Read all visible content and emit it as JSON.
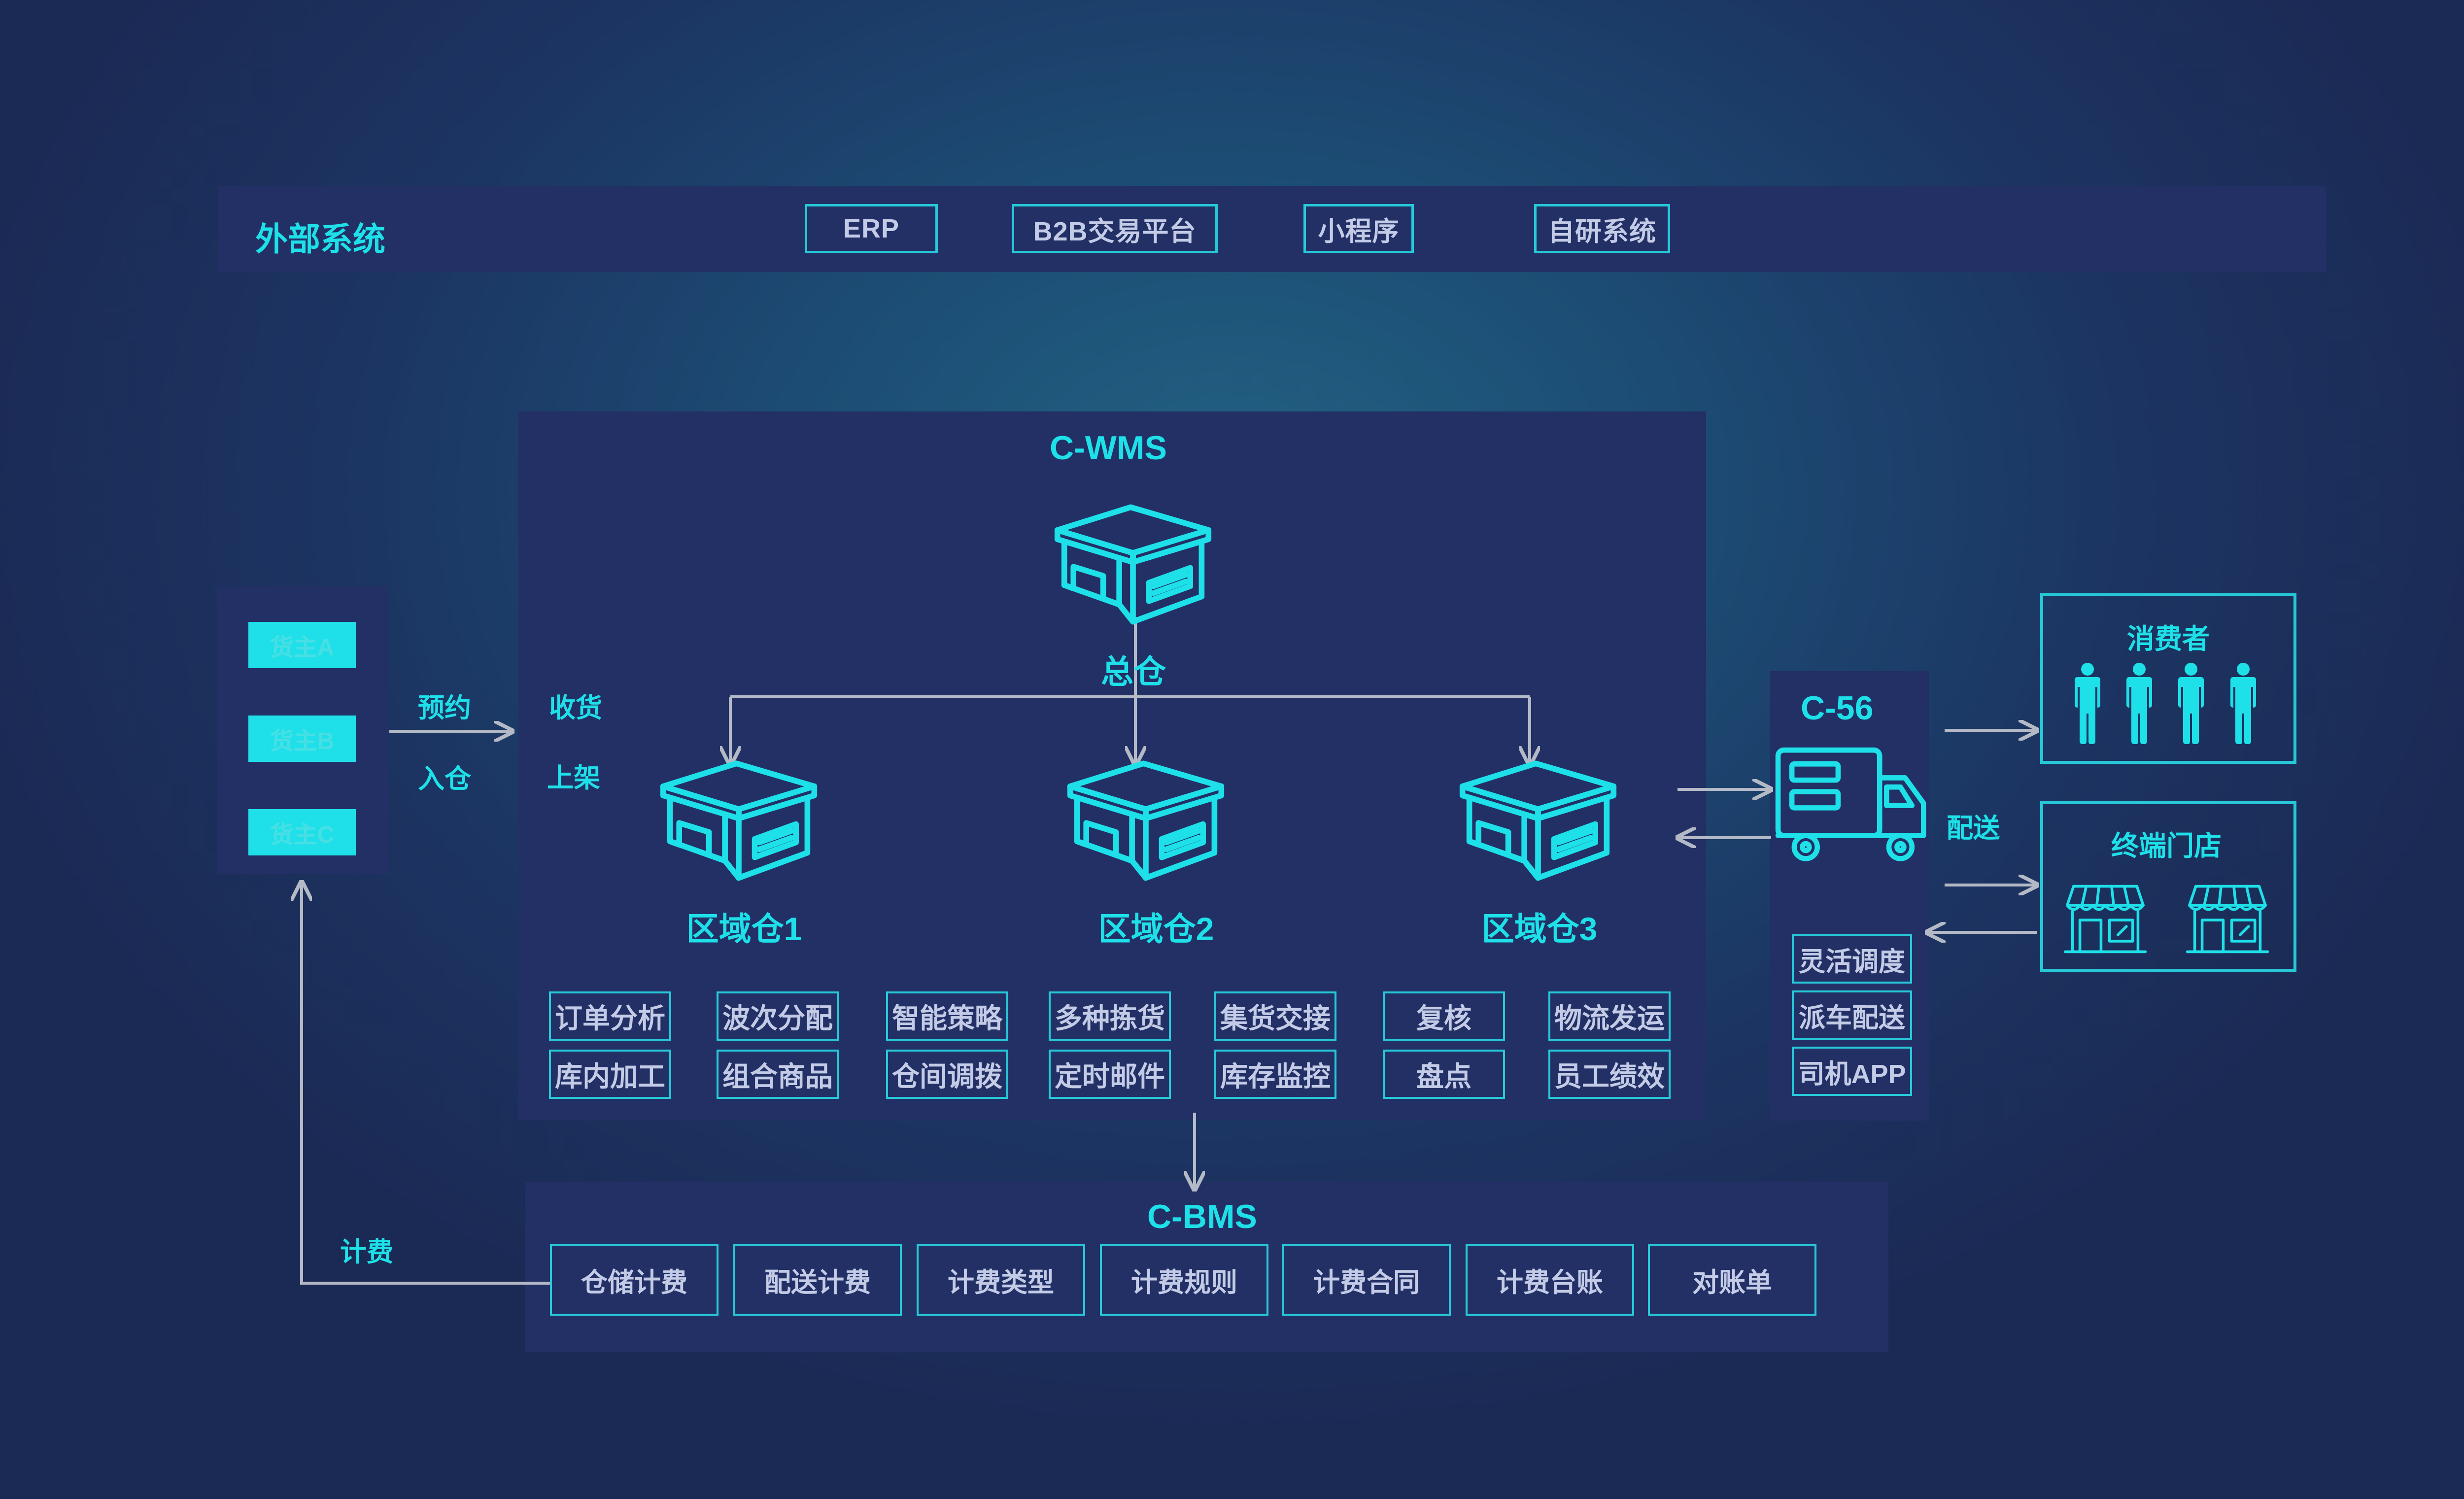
{
  "external": {
    "title": "外部系统",
    "items": [
      "ERP",
      "B2B交易平台",
      "小程序",
      "自研系统"
    ]
  },
  "owners": [
    "货主A",
    "货主B",
    "货主C"
  ],
  "flow_labels": {
    "reserve": "预约",
    "inbound": "入仓",
    "receive": "收货",
    "shelve": "上架",
    "billing": "计费",
    "delivery": "配送"
  },
  "wms": {
    "title": "C-WMS",
    "main_warehouse": "总仓",
    "regional": [
      "区域仓1",
      "区域仓2",
      "区域仓3"
    ],
    "features_row1": [
      "订单分析",
      "波次分配",
      "智能策略",
      "多种拣货",
      "集货交接",
      "复核",
      "物流发运"
    ],
    "features_row2": [
      "库内加工",
      "组合商品",
      "仓间调拨",
      "定时邮件",
      "库存监控",
      "盘点",
      "员工绩效"
    ]
  },
  "tms": {
    "title": "C-56",
    "features": [
      "灵活调度",
      "派车配送",
      "司机APP"
    ]
  },
  "consumers": {
    "title": "消费者"
  },
  "stores": {
    "title": "终端门店"
  },
  "bms": {
    "title": "C-BMS",
    "items": [
      "仓储计费",
      "配送计费",
      "计费类型",
      "计费规则",
      "计费合同",
      "计费台账",
      "对账单"
    ]
  },
  "colors": {
    "accent": "#1ee0e8",
    "panel": "#223066",
    "text": "#c3cbe6",
    "line": "#b4b9c6"
  }
}
